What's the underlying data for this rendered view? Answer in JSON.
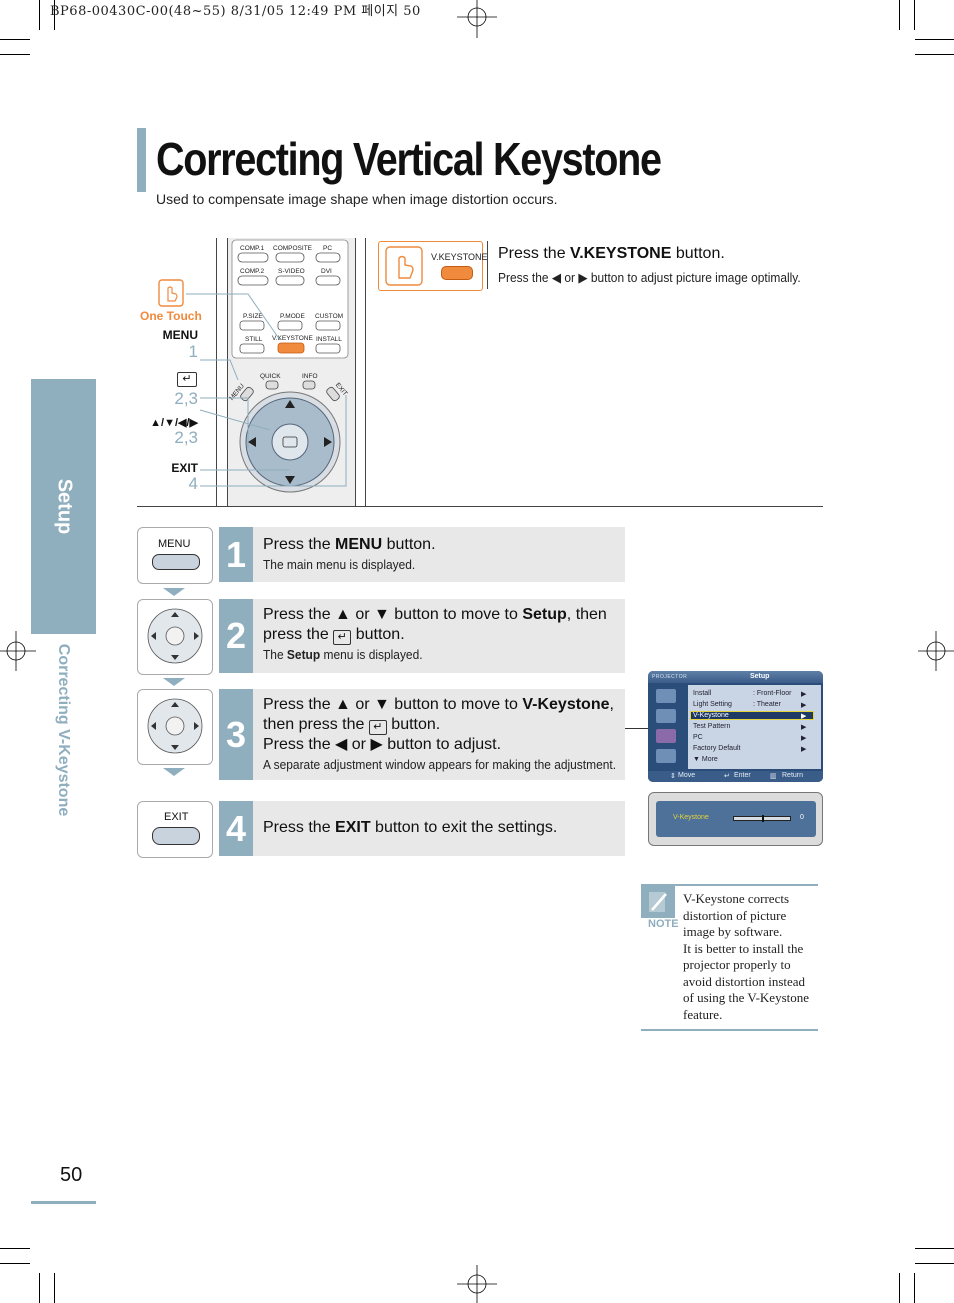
{
  "header": {
    "print_line": "BP68-00430C-00(48~55)  8/31/05  12:49 PM 페이지 50"
  },
  "page": {
    "title": "Correcting Vertical Keystone",
    "subtitle": "Used to compensate image shape when image distortion occurs.",
    "side_tab": "Setup",
    "side_subtitle": "Correcting V-Keystone",
    "page_number": "50"
  },
  "remote": {
    "one_touch": "One Touch",
    "labels": {
      "menu": "MENU",
      "nav": "▲/▼/◀/▶",
      "exit": "EXIT"
    },
    "numbers": {
      "menu": "1",
      "enter": "2,3",
      "nav": "2,3",
      "exit": "4"
    },
    "buttons": {
      "comp1": "COMP.1",
      "composite": "COMPOSITE",
      "pc": "PC",
      "comp2": "COMP.2",
      "svideo": "S-VIDEO",
      "dvi": "DVI",
      "psize": "P.SIZE",
      "pmode": "P.MODE",
      "custom": "CUSTOM",
      "still": "STILL",
      "vkeystone": "V.KEYSTONE",
      "install": "INSTALL",
      "menu": "MENU",
      "quick": "QUICK",
      "info": "INFO",
      "exit": "EXIT"
    }
  },
  "one_touch_panel": {
    "button_label": "V.KEYSTONE",
    "main_prefix": "Press the ",
    "main_bold": "V.KEYSTONE",
    "main_suffix": " button.",
    "sub": "Press the ◀ or ▶ button to adjust picture image optimally."
  },
  "steps": [
    {
      "num": "1",
      "icon_label": "MENU",
      "line1_prefix": "Press the ",
      "line1_bold": "MENU",
      "line1_suffix": " button.",
      "sub_prefix": "The main menu is displayed.",
      "sub_bold": "",
      "sub_suffix": ""
    },
    {
      "num": "2",
      "line1_prefix": "Press the ▲ or ▼ button to move to ",
      "line1_bold": "Setup",
      "line1_suffix": ", then",
      "line2_prefix": "press the ",
      "line2_suffix": " button.",
      "sub_prefix": "The ",
      "sub_bold": "Setup",
      "sub_suffix": " menu is displayed."
    },
    {
      "num": "3",
      "line1_prefix": "Press the ▲ or ▼ button to move to ",
      "line1_bold": "V-Keystone",
      "line1_suffix": ",",
      "line2_prefix": "then press the ",
      "line2_suffix": " button.",
      "line3": "Press the ◀ or ▶ button to adjust.",
      "sub": "A separate adjustment window appears for making the adjustment."
    },
    {
      "num": "4",
      "icon_label": "EXIT",
      "line1_prefix": "Press the ",
      "line1_bold": "EXIT",
      "line1_suffix": " button to exit the settings."
    }
  ],
  "osd_menu": {
    "brand": "PROJECTOR",
    "title": "Setup",
    "rows": [
      {
        "label": "Install",
        "value": ": Front-Floor",
        "arrow": "▶"
      },
      {
        "label": "Light Setting",
        "value": ": Theater",
        "arrow": "▶"
      },
      {
        "label": "V-Keystone",
        "value": "",
        "arrow": "▶"
      },
      {
        "label": "Test Pattern",
        "value": "",
        "arrow": "▶"
      },
      {
        "label": "PC",
        "value": "",
        "arrow": "▶"
      },
      {
        "label": "Factory Default",
        "value": "",
        "arrow": "▶"
      },
      {
        "label": "▼ More",
        "value": "",
        "arrow": ""
      }
    ],
    "footer": {
      "move": "Move",
      "enter": "Enter",
      "return": "Return"
    }
  },
  "osd_adjust": {
    "label": "V-Keystone",
    "value": "0",
    "level": 0.5
  },
  "note": {
    "label": "NOTE",
    "lines": [
      "V-Keystone corrects",
      "distortion of picture",
      "image by software.",
      "It is better to install the",
      "projector properly to",
      "avoid distortion instead",
      "of using the V-Keystone",
      "feature."
    ]
  },
  "colors": {
    "accent": "#8faebe",
    "highlight": "#f08a3c",
    "step_bg": "#e8e8e8",
    "osd_blue": "#2b4d7a"
  }
}
